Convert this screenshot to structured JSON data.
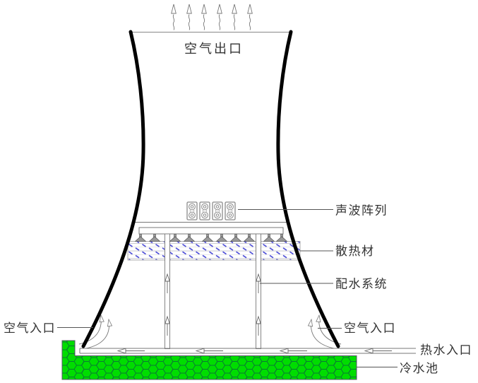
{
  "figure": {
    "kind": "natural-draft-cooling-tower-schematic",
    "labels": {
      "air_outlet": "空气出口",
      "sound_array": "声波阵列",
      "heat_fill": "散热材",
      "water_distribution": "配水系统",
      "air_inlet_left": "空气入口",
      "air_inlet_right": "空气入口",
      "hot_water_inlet": "热水入口",
      "cold_water_pool": "冷水池"
    },
    "colors": {
      "pool_green": "#00dd00",
      "pool_hex_line": "#0a7a33",
      "fill_hatch_blue": "#4747d6",
      "shell_black": "#000000",
      "line_gray": "#666666",
      "text_gray": "#333333"
    }
  }
}
